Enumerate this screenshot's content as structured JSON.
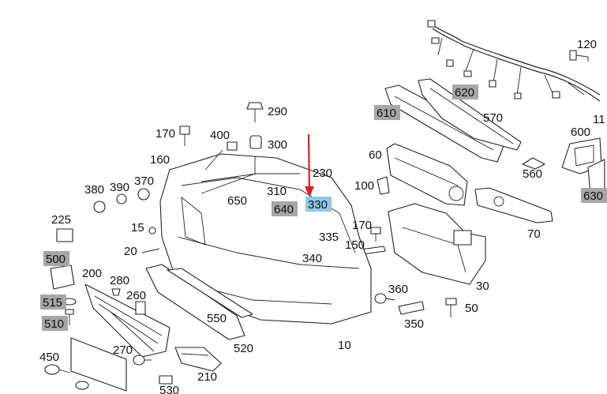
{
  "diagram": {
    "labels": [
      {
        "id": "l120",
        "text": "120",
        "hl": "none"
      },
      {
        "id": "l11",
        "text": "11",
        "hl": "none"
      },
      {
        "id": "l620",
        "text": "620",
        "hl": "gray"
      },
      {
        "id": "l610",
        "text": "610",
        "hl": "gray"
      },
      {
        "id": "l570",
        "text": "570",
        "hl": "none"
      },
      {
        "id": "l600",
        "text": "600",
        "hl": "none"
      },
      {
        "id": "l560",
        "text": "560",
        "hl": "none"
      },
      {
        "id": "l630",
        "text": "630",
        "hl": "gray"
      },
      {
        "id": "l60",
        "text": "60",
        "hl": "none"
      },
      {
        "id": "l100",
        "text": "100",
        "hl": "none"
      },
      {
        "id": "l70",
        "text": "70",
        "hl": "none"
      },
      {
        "id": "l290",
        "text": "290",
        "hl": "none"
      },
      {
        "id": "l300",
        "text": "300",
        "hl": "none"
      },
      {
        "id": "l170a",
        "text": "170",
        "hl": "none"
      },
      {
        "id": "l400",
        "text": "400",
        "hl": "none"
      },
      {
        "id": "l160",
        "text": "160",
        "hl": "none"
      },
      {
        "id": "l230",
        "text": "230",
        "hl": "none"
      },
      {
        "id": "l380",
        "text": "380",
        "hl": "none"
      },
      {
        "id": "l390",
        "text": "390",
        "hl": "none"
      },
      {
        "id": "l370",
        "text": "370",
        "hl": "none"
      },
      {
        "id": "l650",
        "text": "650",
        "hl": "none"
      },
      {
        "id": "l310",
        "text": "310",
        "hl": "none"
      },
      {
        "id": "l640",
        "text": "640",
        "hl": "gray"
      },
      {
        "id": "l330",
        "text": "330",
        "hl": "blue"
      },
      {
        "id": "l225",
        "text": "225",
        "hl": "none"
      },
      {
        "id": "l15",
        "text": "15",
        "hl": "none"
      },
      {
        "id": "l170b",
        "text": "170",
        "hl": "none"
      },
      {
        "id": "l335",
        "text": "335",
        "hl": "none"
      },
      {
        "id": "l150",
        "text": "150",
        "hl": "none"
      },
      {
        "id": "l20",
        "text": "20",
        "hl": "none"
      },
      {
        "id": "l500",
        "text": "500",
        "hl": "gray"
      },
      {
        "id": "l340",
        "text": "340",
        "hl": "none"
      },
      {
        "id": "l200",
        "text": "200",
        "hl": "none"
      },
      {
        "id": "l280",
        "text": "280",
        "hl": "none"
      },
      {
        "id": "l360",
        "text": "360",
        "hl": "none"
      },
      {
        "id": "l30",
        "text": "30",
        "hl": "none"
      },
      {
        "id": "l515",
        "text": "515",
        "hl": "gray"
      },
      {
        "id": "l260",
        "text": "260",
        "hl": "none"
      },
      {
        "id": "l50",
        "text": "50",
        "hl": "none"
      },
      {
        "id": "l510",
        "text": "510",
        "hl": "gray"
      },
      {
        "id": "l550",
        "text": "550",
        "hl": "none"
      },
      {
        "id": "l350",
        "text": "350",
        "hl": "none"
      },
      {
        "id": "l10",
        "text": "10",
        "hl": "none"
      },
      {
        "id": "l520",
        "text": "520",
        "hl": "none"
      },
      {
        "id": "l270",
        "text": "270",
        "hl": "none"
      },
      {
        "id": "l450",
        "text": "450",
        "hl": "none"
      },
      {
        "id": "l210",
        "text": "210",
        "hl": "none"
      },
      {
        "id": "l530",
        "text": "530",
        "hl": "none"
      }
    ],
    "colors": {
      "gray_highlight": "#a6a6a6",
      "blue_highlight": "#8fc8e8",
      "arrow": "#e02020",
      "line": "#222222"
    },
    "icons": [
      "pointer-arrow-icon"
    ]
  }
}
